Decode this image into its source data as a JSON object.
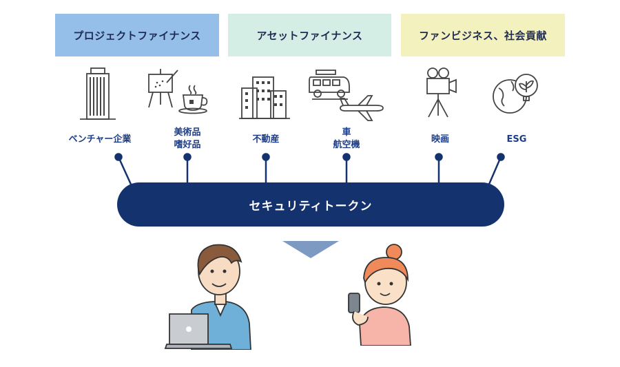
{
  "categories": {
    "project_finance": "プロジェクトファイナンス",
    "asset_finance": "アセットファイナンス",
    "fan_business": "ファンビジネス、社会貢献"
  },
  "items": {
    "venture": "ベンチャー企業",
    "art_line1": "美術品",
    "art_line2": "嗜好品",
    "real_estate": "不動産",
    "vehicle_line1": "車",
    "vehicle_line2": "航空機",
    "film": "映画",
    "esg": "ESG"
  },
  "token_bar": {
    "label": "セキュリティトークン"
  },
  "icons": [
    "office-building-icon",
    "easel-painting-icon",
    "coffee-cup-icon",
    "apartment-building-icon",
    "van-icon",
    "airplane-icon",
    "movie-camera-icon",
    "globe-leaf-bulb-icon",
    "down-arrow-icon",
    "man-with-laptop-icon",
    "woman-with-smartphone-icon"
  ],
  "colors": {
    "project_finance_bg": "#95bfe8",
    "asset_finance_bg": "#d4ede5",
    "fan_business_bg": "#f3f1bd",
    "token_bar": "#14326e",
    "label_text": "#1d3d87",
    "arrow": "#7d9ac2"
  }
}
